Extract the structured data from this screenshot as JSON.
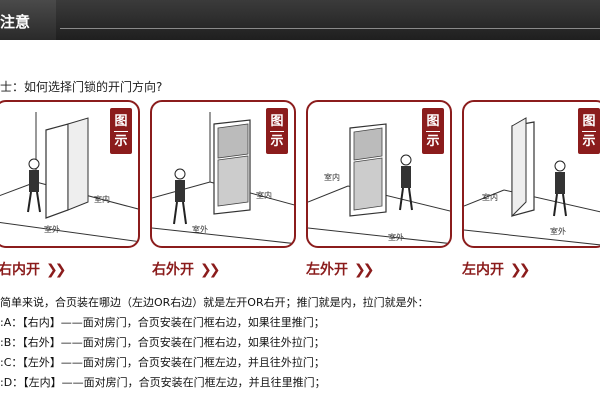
{
  "header": {
    "title": "注意"
  },
  "question": "士：如何选择门锁的开门方向?",
  "panels": [
    {
      "badge_top": "图",
      "badge_bottom": "示",
      "caption": "右内开",
      "chevron": "❯❯",
      "inside_label": "室内",
      "outside_label": "室外"
    },
    {
      "badge_top": "图",
      "badge_bottom": "示",
      "caption": "右外开",
      "chevron": "❯❯",
      "inside_label": "室内",
      "outside_label": "室外"
    },
    {
      "badge_top": "图",
      "badge_bottom": "示",
      "caption": "左外开",
      "chevron": "❯❯",
      "inside_label": "室内",
      "outside_label": "室外"
    },
    {
      "badge_top": "图",
      "badge_bottom": "示",
      "caption": "左内开",
      "chevron": "❯❯",
      "inside_label": "室内",
      "outside_label": "室外"
    }
  ],
  "explanation": {
    "intro": "简单来说，合页装在哪边（左边OR右边）就是左开OR右开；推门就是内，拉门就是外：",
    "lines": [
      ":A：【右内】——面对房门，合页安装在门框右边，如果往里推门；",
      ":B：【右外】——面对房门，合页安装在门框右边，如果往外拉门；",
      ":C：【左外】——面对房门，合页安装在门框左边，并且往外拉门；",
      ":D：【左内】——面对房门，合页安装在门框左边，并且往里推门；"
    ]
  },
  "colors": {
    "accent": "#8b1c1c",
    "header_bg": "#2b2b2b"
  }
}
